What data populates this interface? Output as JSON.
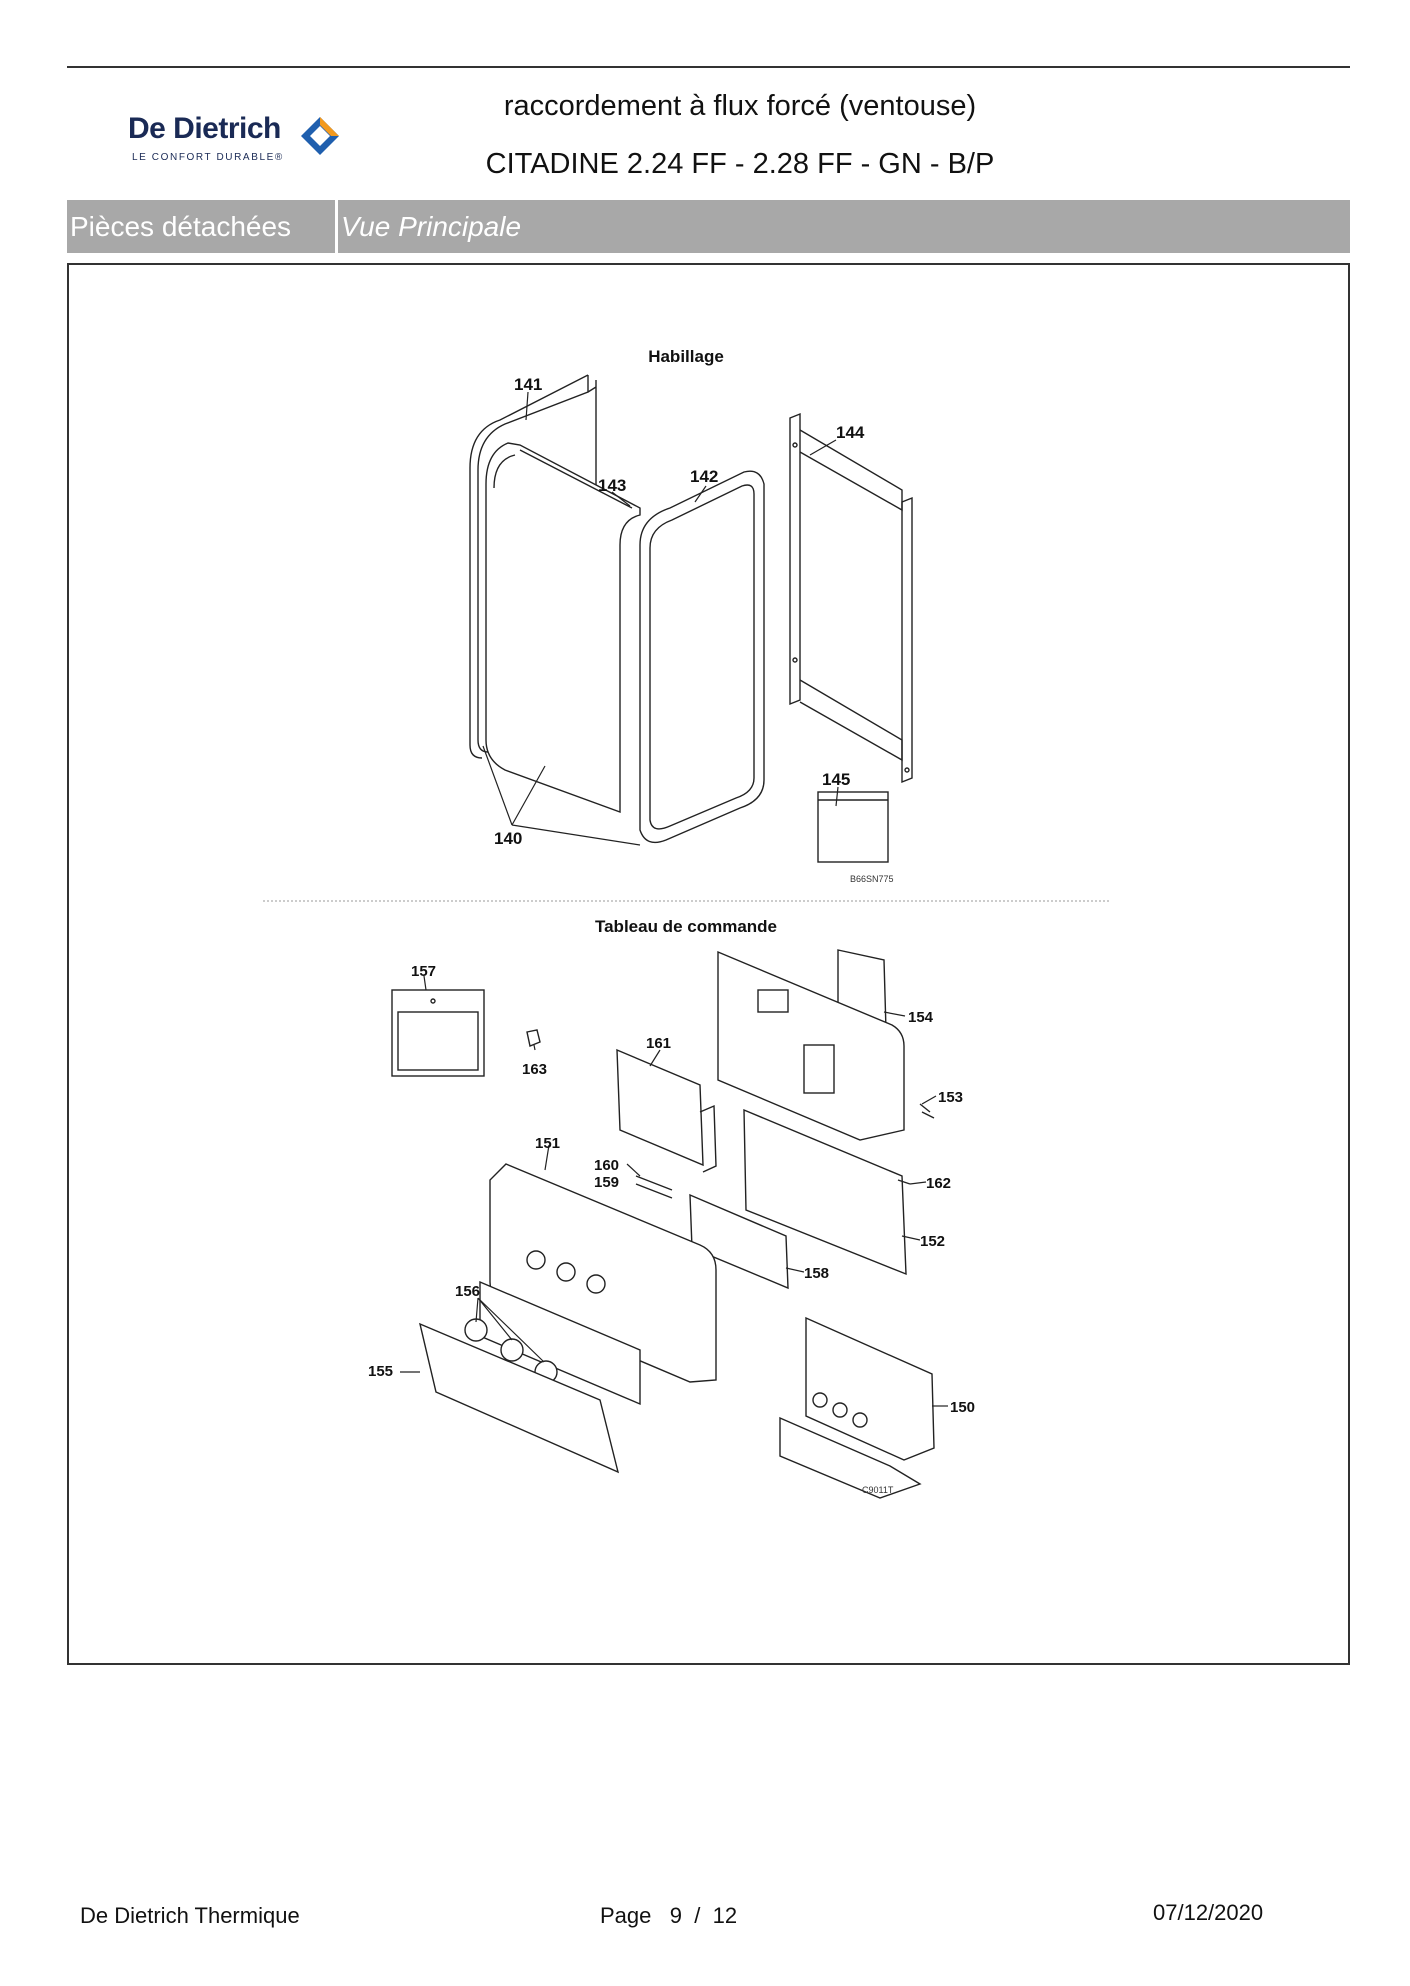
{
  "header": {
    "brand_name": "De Dietrich",
    "brand_tagline": "LE CONFORT DURABLE®",
    "title_line1": "raccordement à flux forcé (ventouse)",
    "title_line2": "CITADINE 2.24 FF - 2.28 FF - GN - B/P"
  },
  "tabs": {
    "section": "Pièces détachées",
    "view": "Vue Principale"
  },
  "diagram": {
    "section1_title": "Habillage",
    "section2_title": "Tableau de commande",
    "ref_code_1": "B66SN775",
    "ref_code_2": "C9011T",
    "parts": {
      "p140": "140",
      "p141": "141",
      "p142": "142",
      "p143": "143",
      "p144": "144",
      "p145": "145",
      "p150": "150",
      "p151": "151",
      "p152": "152",
      "p153": "153",
      "p154": "154",
      "p155": "155",
      "p156": "156",
      "p157": "157",
      "p158": "158",
      "p159": "159",
      "p160": "160",
      "p161": "161",
      "p162": "162",
      "p163": "163"
    }
  },
  "footer": {
    "company": "De Dietrich Thermique",
    "page_label": "Page",
    "page_current": "9",
    "page_sep": "/",
    "page_total": "12",
    "date": "07/12/2020"
  }
}
